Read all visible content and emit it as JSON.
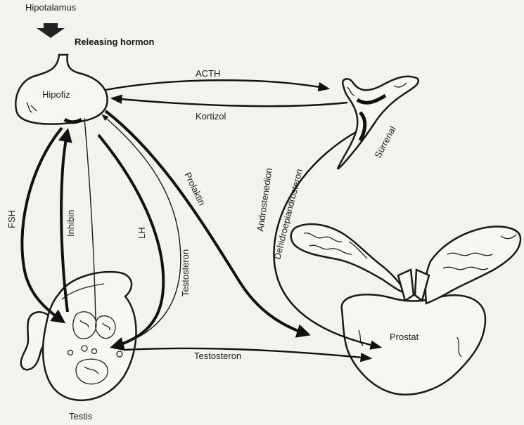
{
  "labels": {
    "hipotalamus": "Hipotalamus",
    "releasing": "Releasing hormon",
    "hipofiz": "Hipofiz",
    "acth": "ACTH",
    "kortizol": "Kortizol",
    "surrenal": "Sürrenal",
    "fsh": "FSH",
    "inhibin": "Inhibin",
    "lh": "LH",
    "testosteron_vertical": "Testosteron",
    "prolaktin": "Prolaktin",
    "androstenedion": "Androstenedion",
    "dehidro": "Dehidroepiandrosteron",
    "prostat": "Prostat",
    "testosteron_bottom": "Testosteron",
    "testis": "Testis"
  }
}
